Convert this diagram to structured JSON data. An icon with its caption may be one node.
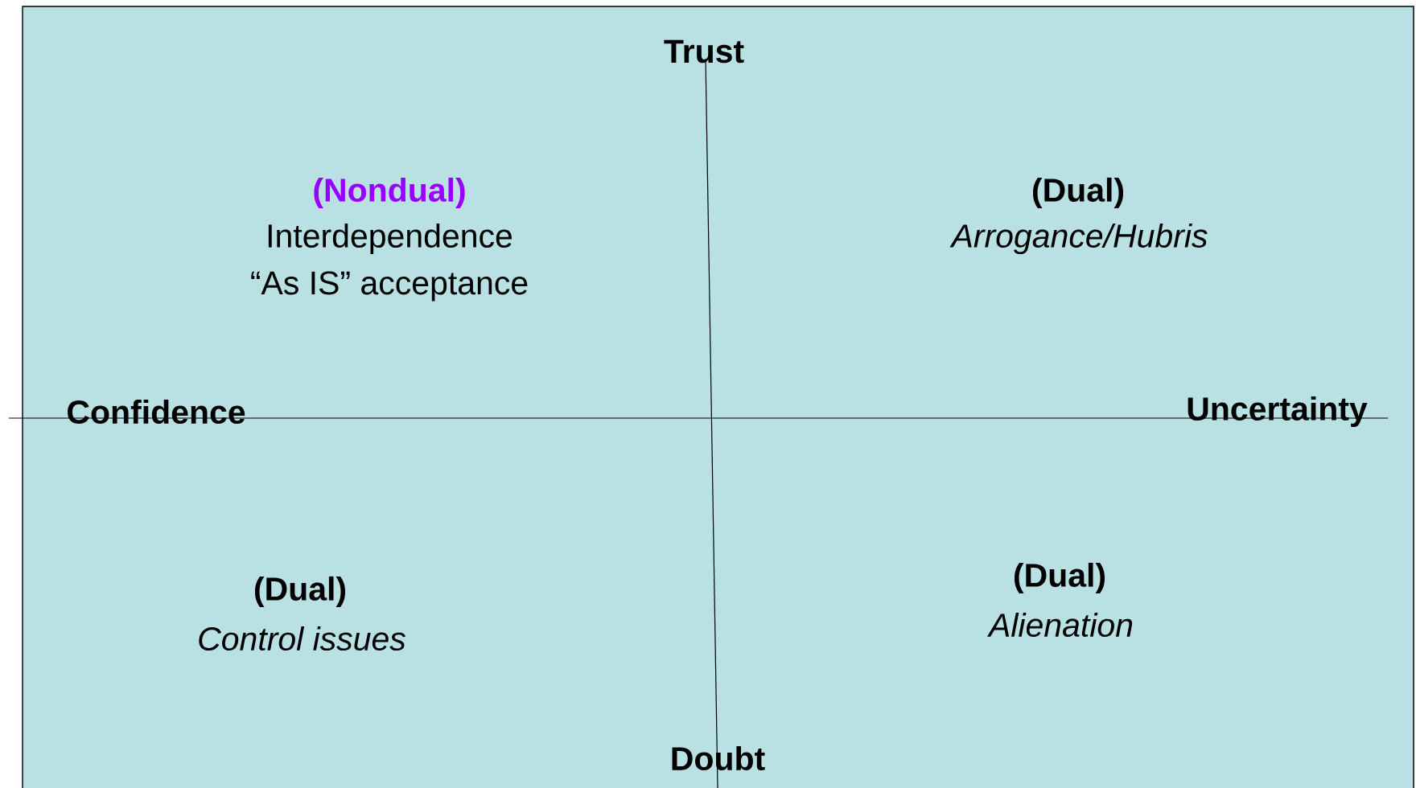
{
  "diagram": {
    "labels": [
      "Trust",
      "(Nondual)",
      "Interdependence",
      "“As IS” acceptance",
      "(Dual)",
      "Arrogance/Hubris",
      "Confidence",
      "Uncertainty",
      "(Dual)",
      "Alienation",
      "(Dual)",
      "Control issues",
      "Doubt"
    ]
  }
}
